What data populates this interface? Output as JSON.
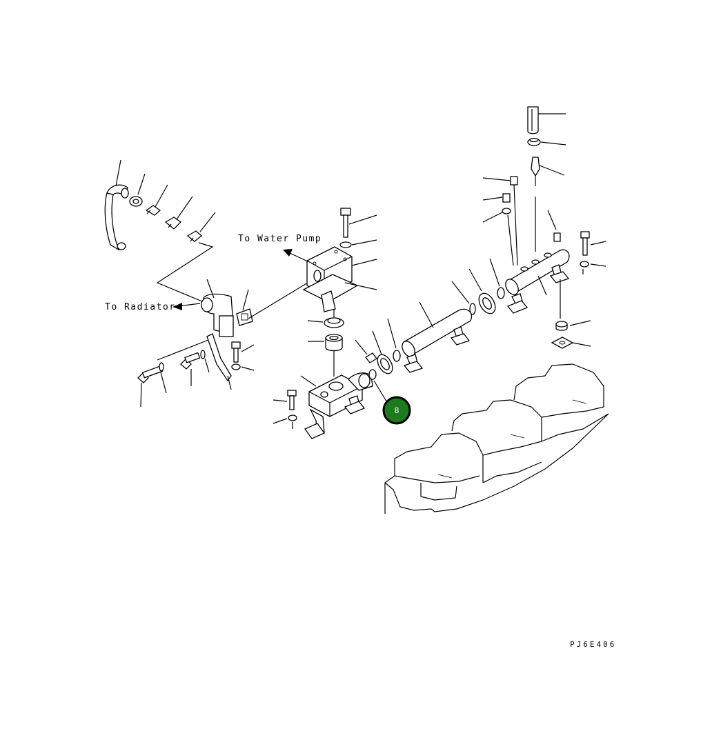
{
  "labels": {
    "to_water_pump": "To Water Pump",
    "to_radiator": "To Radiator",
    "drawing_code": "PJ6E406"
  },
  "callout": {
    "number": "8",
    "fill_color": "#1e7a1e",
    "ring_color": "#000000"
  }
}
